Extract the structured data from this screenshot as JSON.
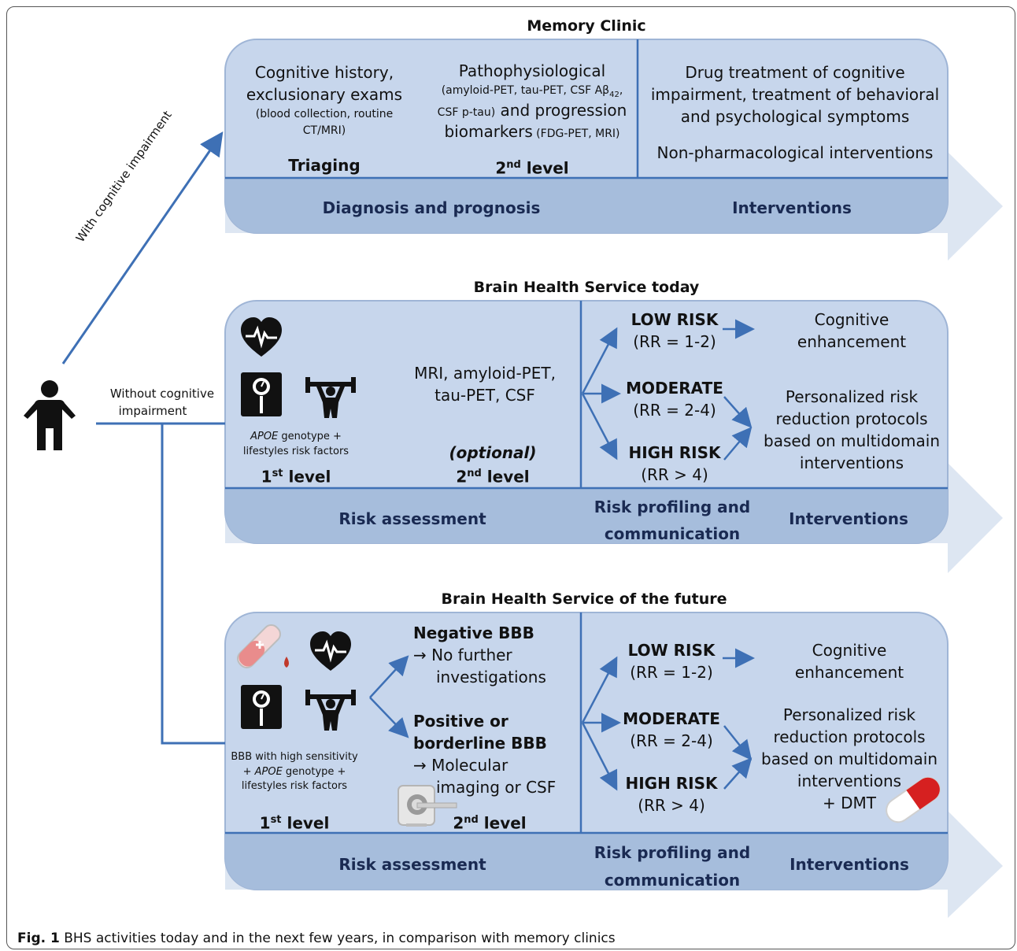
{
  "caption": {
    "label": "Fig. 1",
    "text": "BHS activities today and in the next few years, in comparison with memory clinics"
  },
  "person": {
    "with_label": "With cognitive impairment",
    "without_label_1": "Without cognitive",
    "without_label_2": "impairment"
  },
  "memory_clinic": {
    "title": "Memory Clinic",
    "col1_line1": "Cognitive history,",
    "col1_line2": "exclusionary exams",
    "col1_small1": "(blood collection, routine",
    "col1_small2": "CT/MRI)",
    "col1_label": "Triaging",
    "col2_line1": "Pathophysiological",
    "col2_small_a": "(amyloid-PET, tau-PET, CSF Aβ",
    "col2_small_a_sub": "42",
    "col2_small_a_end": ",",
    "col2_small_b": "CSF p-tau)",
    "col2_big_b": " and progression",
    "col2_big_c": "biomarkers",
    "col2_small_c": " (FDG-PET, MRI)",
    "col2_label_num": "2",
    "col2_label_sup": "nd",
    "col2_label_rest": " level",
    "col3_line1": "Drug treatment of cognitive",
    "col3_line2": "impairment, treatment of behavioral",
    "col3_line3": "and psychological symptoms",
    "col3_line4": "Non-pharmacological interventions",
    "footer_left": "Diagnosis and prognosis",
    "footer_right": "Interventions"
  },
  "bhs_today": {
    "title": "Brain Health Service today",
    "level1_small1": "APOE",
    "level1_small1_rest": " genotype +",
    "level1_small2": "lifestyles risk factors",
    "level1_label_num": "1",
    "level1_label_sup": "st",
    "level1_label_rest": " level",
    "level2_line1": "MRI, amyloid-PET,",
    "level2_line2": "tau-PET, CSF",
    "level2_optional": "(optional)",
    "level2_label_num": "2",
    "level2_label_sup": "nd",
    "level2_label_rest": " level",
    "low": "LOW RISK",
    "low_rr": "(RR = 1-2)",
    "moderate": "MODERATE",
    "moderate_rr": "(RR = 2-4)",
    "high": "HIGH RISK",
    "high_rr": "(RR > 4)",
    "outcome1_line1": "Cognitive",
    "outcome1_line2": "enhancement",
    "outcome2_line1": "Personalized risk",
    "outcome2_line2": "reduction protocols",
    "outcome2_line3": "based on multidomain",
    "outcome2_line4": "interventions",
    "footer_left": "Risk assessment",
    "footer_mid1": "Risk profiling and",
    "footer_mid2": "communication",
    "footer_right": "Interventions"
  },
  "bhs_future": {
    "title": "Brain Health Service of the future",
    "level1_small1": "BBB with high sensitivity",
    "level1_small2_pre": "+ ",
    "level1_small2_it": "APOE",
    "level1_small2_rest": " genotype +",
    "level1_small3": "lifestyles risk factors",
    "level1_label_num": "1",
    "level1_label_sup": "st",
    "level1_label_rest": " level",
    "neg_title": "Negative BBB",
    "neg_line1": "→  No further",
    "neg_line2": "investigations",
    "pos_title1": "Positive or",
    "pos_title2": "borderline BBB",
    "pos_line1": "→  Molecular",
    "pos_line2": "imaging or CSF",
    "level2_label_num": "2",
    "level2_label_sup": "nd",
    "level2_label_rest": " level",
    "low": "LOW RISK",
    "low_rr": "(RR = 1-2)",
    "moderate": "MODERATE",
    "moderate_rr": "(RR = 2-4)",
    "high": "HIGH RISK",
    "high_rr": "(RR > 4)",
    "outcome1_line1": "Cognitive",
    "outcome1_line2": "enhancement",
    "outcome2_line1": "Personalized risk",
    "outcome2_line2": "reduction protocols",
    "outcome2_line3": "based on multidomain",
    "outcome2_line4": "interventions",
    "outcome2_line5": "+ DMT",
    "footer_left": "Risk assessment",
    "footer_mid1": "Risk profiling and",
    "footer_mid2": "communication",
    "footer_right": "Interventions"
  },
  "icons": [
    "person-icon",
    "heart-pulse-icon",
    "scale-icon",
    "weightlifter-icon",
    "test-tube-icon",
    "pet-scanner-icon",
    "capsule-icon"
  ],
  "colors": {
    "panel_fill": "#c7d6ec",
    "panel_band": "#a6bddc",
    "panel_border": "#9fb5d6",
    "line_blue": "#3e70b5",
    "arrow_bg": "#dde6f2",
    "footer_text": "#1a2a52"
  }
}
